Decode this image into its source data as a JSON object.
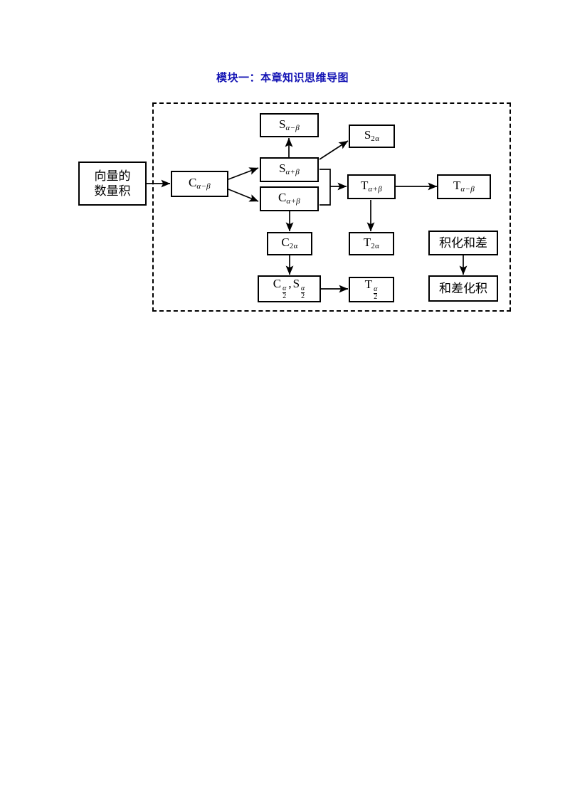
{
  "page": {
    "title": "模块一：本章知识思维导图",
    "title_color": "#1414b4",
    "background": "#ffffff",
    "line_color": "#000000"
  },
  "diagram": {
    "type": "flowchart",
    "border_style": "dashed",
    "external_node": {
      "name": "vector-dot-product",
      "line1": "向量的",
      "line2": "数量积"
    },
    "nodes": [
      {
        "id": "c-alpha-minus-beta",
        "base": "C",
        "sub": "α−β"
      },
      {
        "id": "s-alpha-minus-beta",
        "base": "S",
        "sub": "α−β"
      },
      {
        "id": "s-alpha-plus-beta",
        "base": "S",
        "sub": "α+β"
      },
      {
        "id": "c-alpha-plus-beta",
        "base": "C",
        "sub": "α+β"
      },
      {
        "id": "s-2alpha",
        "base": "S",
        "sub": "2α"
      },
      {
        "id": "t-alpha-plus-beta",
        "base": "T",
        "sub": "α+β"
      },
      {
        "id": "t-alpha-minus-beta",
        "base": "T",
        "sub": "α−β"
      },
      {
        "id": "t-2alpha",
        "base": "T",
        "sub": "2α"
      },
      {
        "id": "c-2alpha",
        "base": "C",
        "sub": "2α"
      },
      {
        "id": "c-s-half-alpha",
        "base": "C",
        "sub": "α/2",
        "base2": "S",
        "sub2": "α/2",
        "separator": ","
      },
      {
        "id": "t-half-alpha",
        "base": "T",
        "sub": "α/2"
      }
    ],
    "text_nodes": [
      {
        "id": "product-to-sum",
        "label": "积化和差"
      },
      {
        "id": "sum-to-product",
        "label": "和差化积"
      }
    ],
    "edges": [
      {
        "from": "vector-dot-product",
        "to": "c-alpha-minus-beta"
      },
      {
        "from": "c-alpha-minus-beta",
        "to": "s-alpha-plus-beta"
      },
      {
        "from": "c-alpha-minus-beta",
        "to": "c-alpha-plus-beta"
      },
      {
        "from": "s-alpha-plus-beta",
        "to": "s-alpha-minus-beta"
      },
      {
        "from": "s-alpha-plus-beta",
        "to": "s-2alpha"
      },
      {
        "from": "s-alpha-plus-beta + c-alpha-plus-beta",
        "to": "t-alpha-plus-beta"
      },
      {
        "from": "t-alpha-plus-beta",
        "to": "t-alpha-minus-beta"
      },
      {
        "from": "t-alpha-plus-beta",
        "to": "t-2alpha"
      },
      {
        "from": "c-alpha-plus-beta",
        "to": "c-2alpha"
      },
      {
        "from": "c-2alpha",
        "to": "c-s-half-alpha"
      },
      {
        "from": "c-s-half-alpha",
        "to": "t-half-alpha"
      },
      {
        "from": "product-to-sum",
        "to": "sum-to-product"
      }
    ]
  },
  "glyphs": {
    "alpha": "α",
    "beta": "β",
    "minus": "−",
    "plus": "+",
    "two": "2",
    "comma": ","
  }
}
